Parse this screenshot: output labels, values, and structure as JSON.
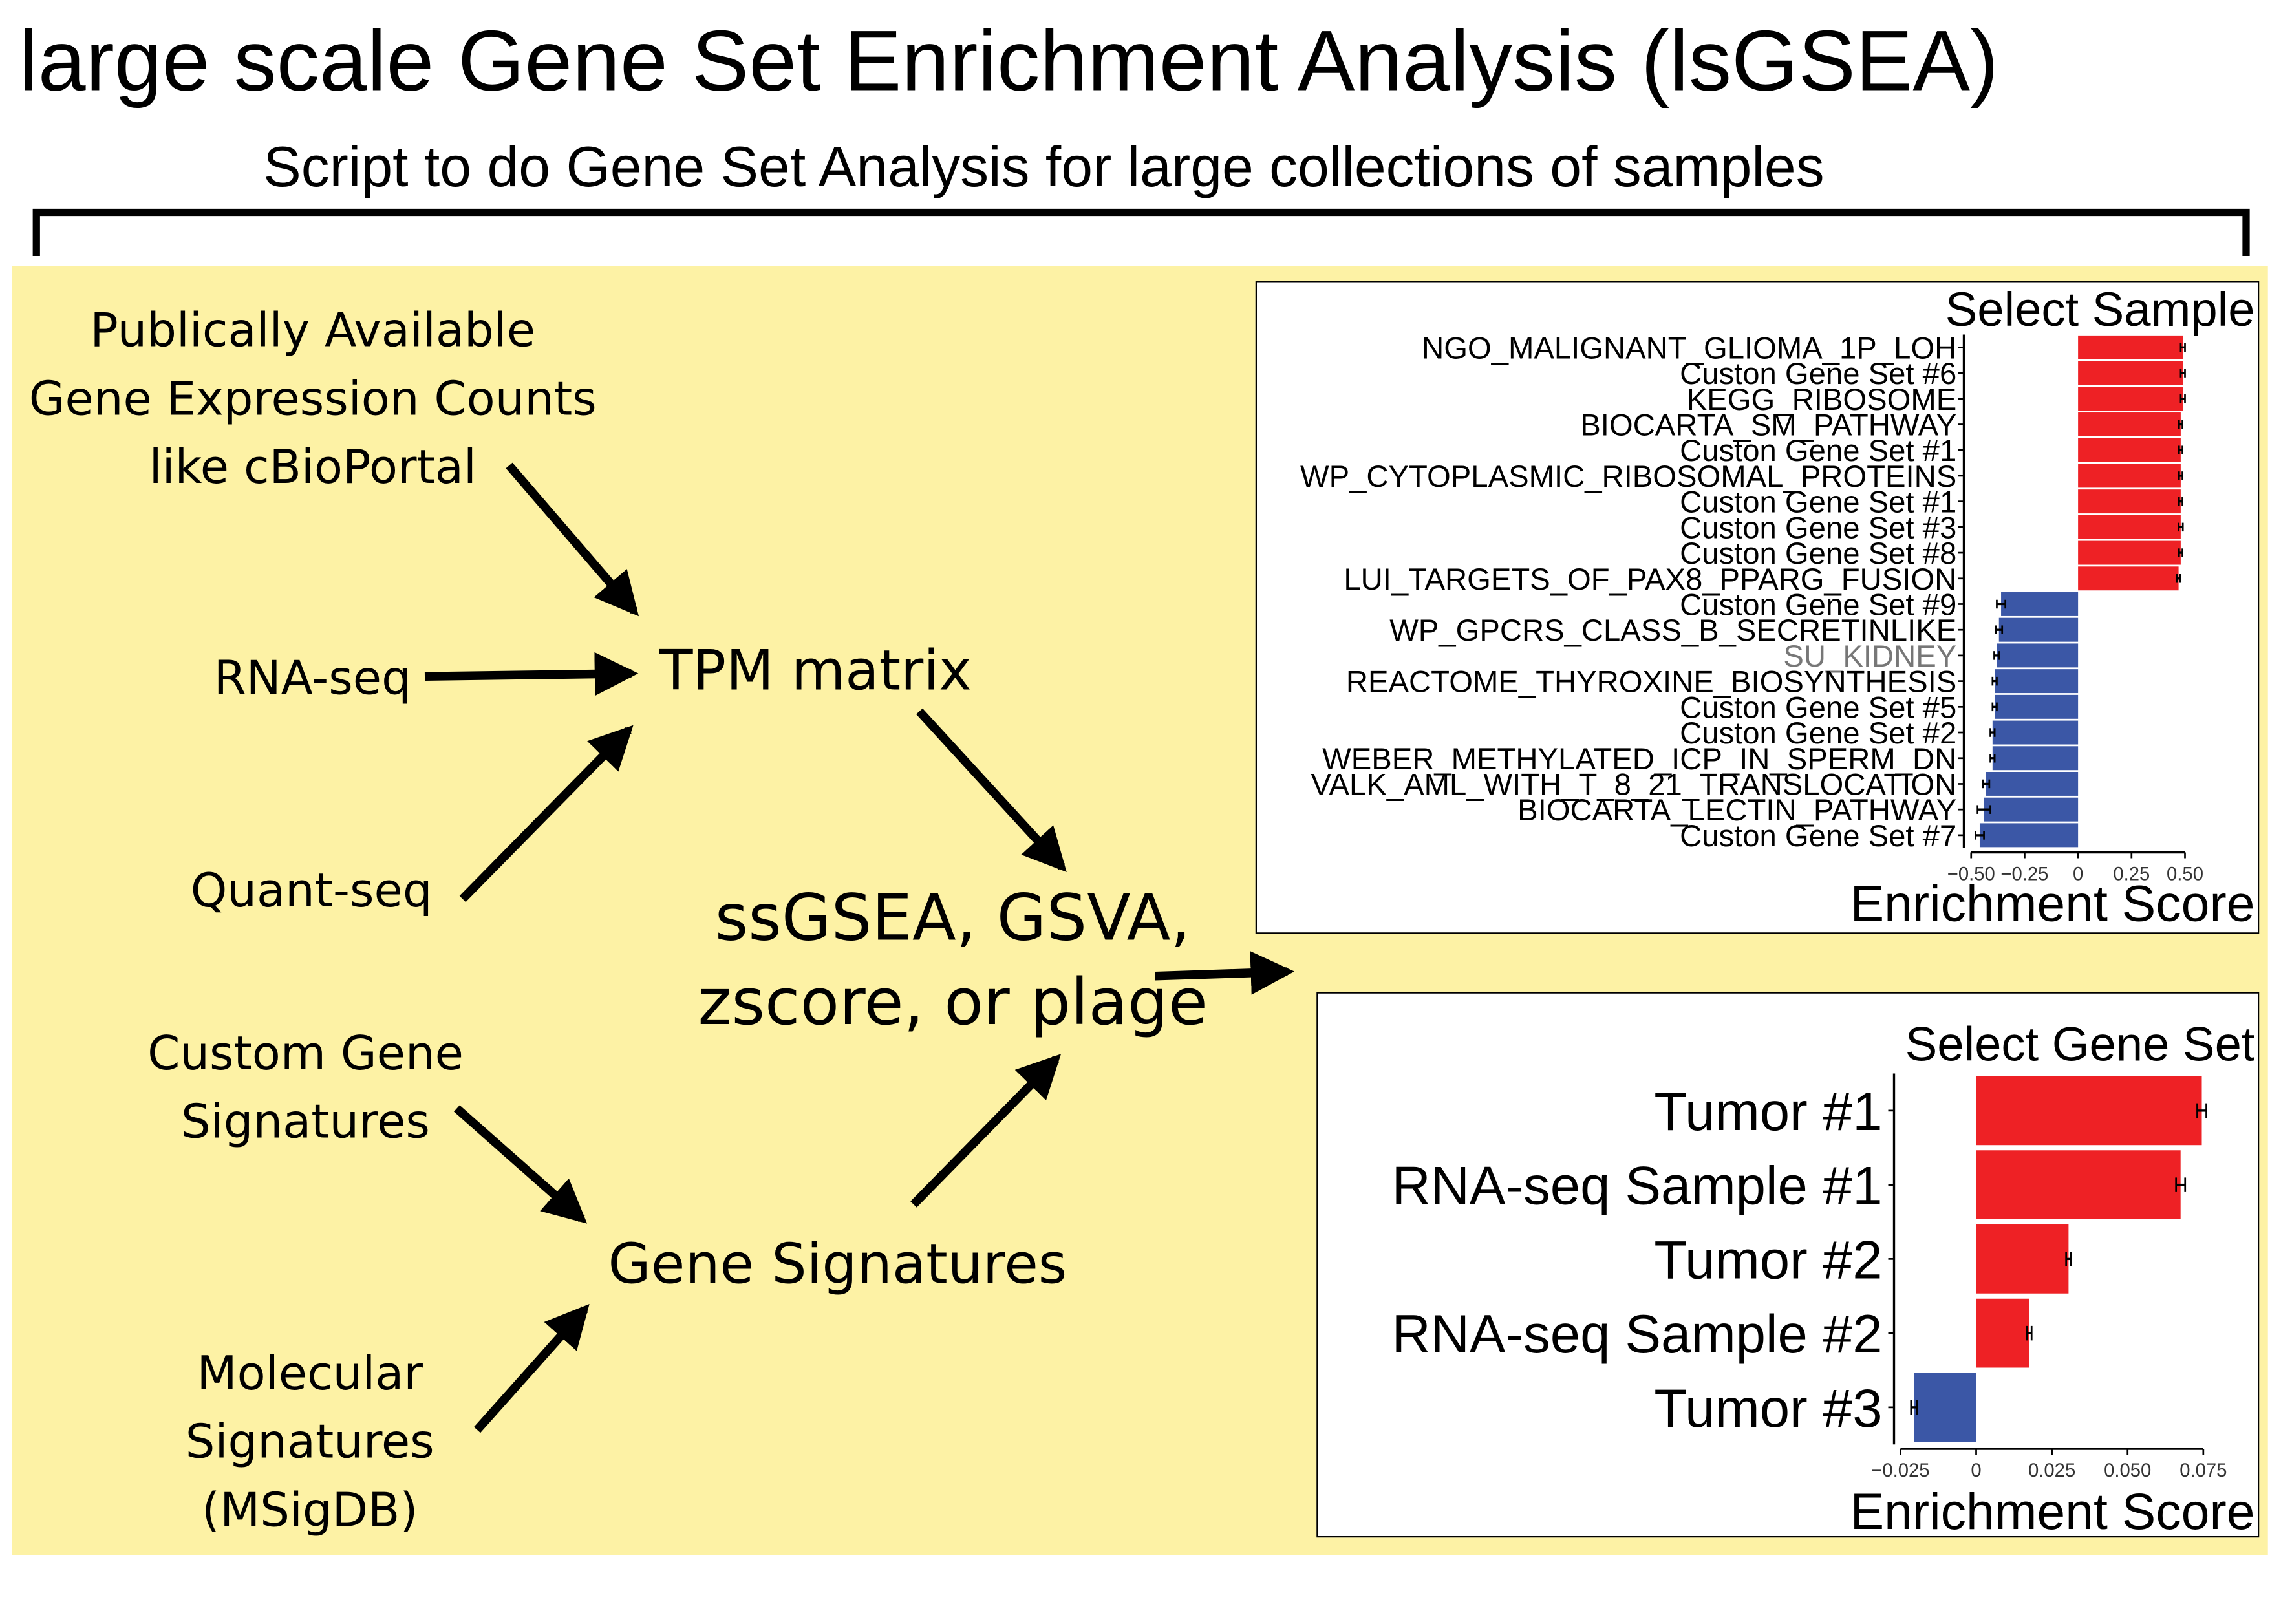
{
  "header": {
    "title": "large scale Gene Set Enrichment Analysis (lsGSEA)",
    "subtitle": "Script to do Gene Set Analysis for large collections of samples"
  },
  "colors": {
    "background_panel": "#fdf2a5",
    "positive_bar": "#ee2125",
    "negative_bar": "#3b57a6"
  },
  "flow": {
    "sources": {
      "public_counts": [
        "Publically Available",
        "Gene Expression Counts",
        "like cBioPortal"
      ],
      "rnaseq": "RNA-seq",
      "quantseq": "Quant-seq",
      "custom_signatures": [
        "Custom Gene",
        "Signatures"
      ],
      "msigdb": [
        "Molecular",
        "Signatures",
        "(MSigDB)"
      ]
    },
    "tpm_matrix": "TPM matrix",
    "gene_signatures": "Gene Signatures",
    "methods": [
      "ssGSEA, GSVA,",
      "zscore, or plage"
    ]
  },
  "chart_data": [
    {
      "type": "bar",
      "orientation": "horizontal",
      "title": "Select Sample",
      "xlabel": "Enrichment Score",
      "xlim": [
        -0.5,
        0.5
      ],
      "xticks": [
        -0.5,
        -0.25,
        0,
        0.25,
        0.5
      ],
      "xtick_labels": [
        "−0.50",
        "−0.25",
        "0",
        "0.25",
        "0.50"
      ],
      "grid": false,
      "error_bars": true,
      "categories": [
        "NGO_MALIGNANT_GLIOMA_1P_LOH",
        "Custon Gene Set #6",
        "KEGG_RIBOSOME",
        "BIOCARTA_SM_PATHWAY",
        "Custon Gene Set #1",
        "WP_CYTOPLASMIC_RIBOSOMAL_PROTEINS",
        "Custon Gene Set #1",
        "Custon Gene Set #3",
        "Custon Gene Set #8",
        "LUI_TARGETS_OF_PAX8_PPARG_FUSION",
        "Custon Gene Set #9",
        "WP_GPCRS_CLASS_B_SECRETINLIKE",
        "SU_KIDNEY",
        "REACTOME_THYROXINE_BIOSYNTHESIS",
        "Custon Gene Set #5",
        "Custon Gene Set #2",
        "WEBER_METHYLATED_ICP_IN_SPERM_DN",
        "VALK_AML_WITH_T_8_21_TRANSLOCATION",
        "BIOCARTA_LECTIN_PATHWAY",
        "Custon Gene Set #7"
      ],
      "values": [
        0.49,
        0.49,
        0.49,
        0.48,
        0.48,
        0.48,
        0.48,
        0.48,
        0.48,
        0.47,
        -0.36,
        -0.37,
        -0.38,
        -0.39,
        -0.39,
        -0.4,
        -0.4,
        -0.43,
        -0.44,
        -0.46
      ],
      "errors": [
        0.01,
        0.01,
        0.01,
        0.008,
        0.008,
        0.008,
        0.008,
        0.01,
        0.008,
        0.008,
        0.02,
        0.015,
        0.012,
        0.01,
        0.01,
        0.01,
        0.01,
        0.015,
        0.03,
        0.02
      ],
      "label_colors": [
        "#000000",
        "#000000",
        "#000000",
        "#000000",
        "#000000",
        "#000000",
        "#000000",
        "#000000",
        "#000000",
        "#000000",
        "#000000",
        "#000000",
        "#777777",
        "#000000",
        "#000000",
        "#000000",
        "#000000",
        "#000000",
        "#000000",
        "#000000"
      ]
    },
    {
      "type": "bar",
      "orientation": "horizontal",
      "title": "Select Gene Set",
      "xlabel": "Enrichment Score",
      "xlim": [
        -0.03,
        0.08
      ],
      "xticks": [
        -0.025,
        0,
        0.025,
        0.05,
        0.075
      ],
      "xtick_labels": [
        "−0.025",
        "0",
        "0.025",
        "0.050",
        "0.075"
      ],
      "grid": false,
      "error_bars": true,
      "categories": [
        "Tumor #1",
        "RNA-seq Sample #1",
        "Tumor #2",
        "RNA-seq Sample #2",
        "Tumor #3"
      ],
      "values": [
        0.0745,
        0.0675,
        0.0305,
        0.0175,
        -0.0205
      ],
      "errors": [
        0.0015,
        0.0015,
        0.0008,
        0.0008,
        0.001
      ],
      "label_colors": [
        "#000000",
        "#000000",
        "#000000",
        "#000000",
        "#000000"
      ]
    }
  ]
}
